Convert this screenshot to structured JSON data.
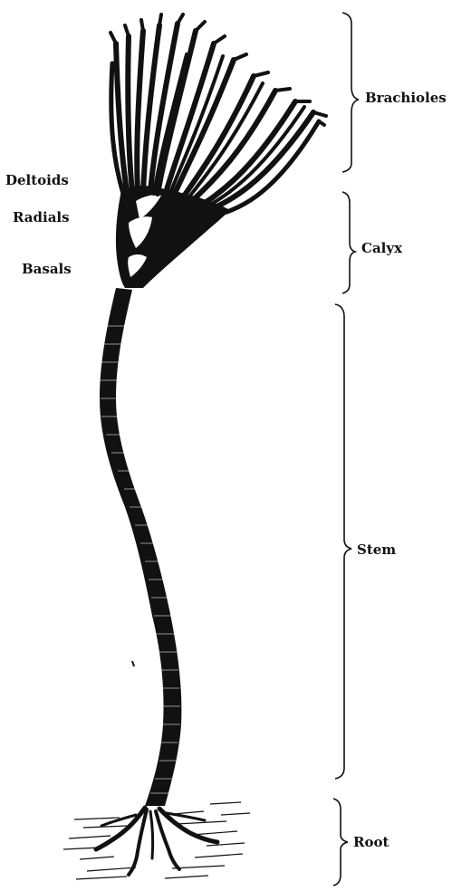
{
  "labels": {
    "left": {
      "deltoids": "Deltoids",
      "radials": "Radials",
      "basals": "Basals"
    },
    "right": {
      "brachioles": "Brachioles",
      "calyx": "Calyx",
      "stem": "Stem",
      "root": "Root"
    }
  },
  "colors": {
    "ink": "#111111",
    "paper": "#ffffff"
  }
}
